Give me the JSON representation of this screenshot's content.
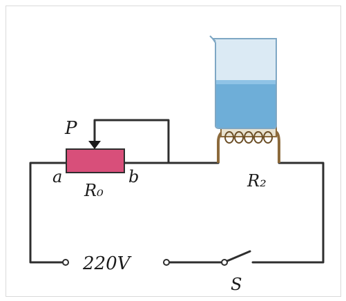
{
  "labels": {
    "slider": "P",
    "end_a": "a",
    "end_b": "b",
    "rheostat": "R₀",
    "heater": "R₂",
    "voltage": "220V",
    "switch": "S"
  },
  "colors": {
    "wire": "#2e2e2e",
    "rheostat": "#d84f7a",
    "heater_coil": "#8c6a3c",
    "water": "#8fc3e6",
    "water_dark": "#6eaed8",
    "glass": "#cfe3f0"
  }
}
